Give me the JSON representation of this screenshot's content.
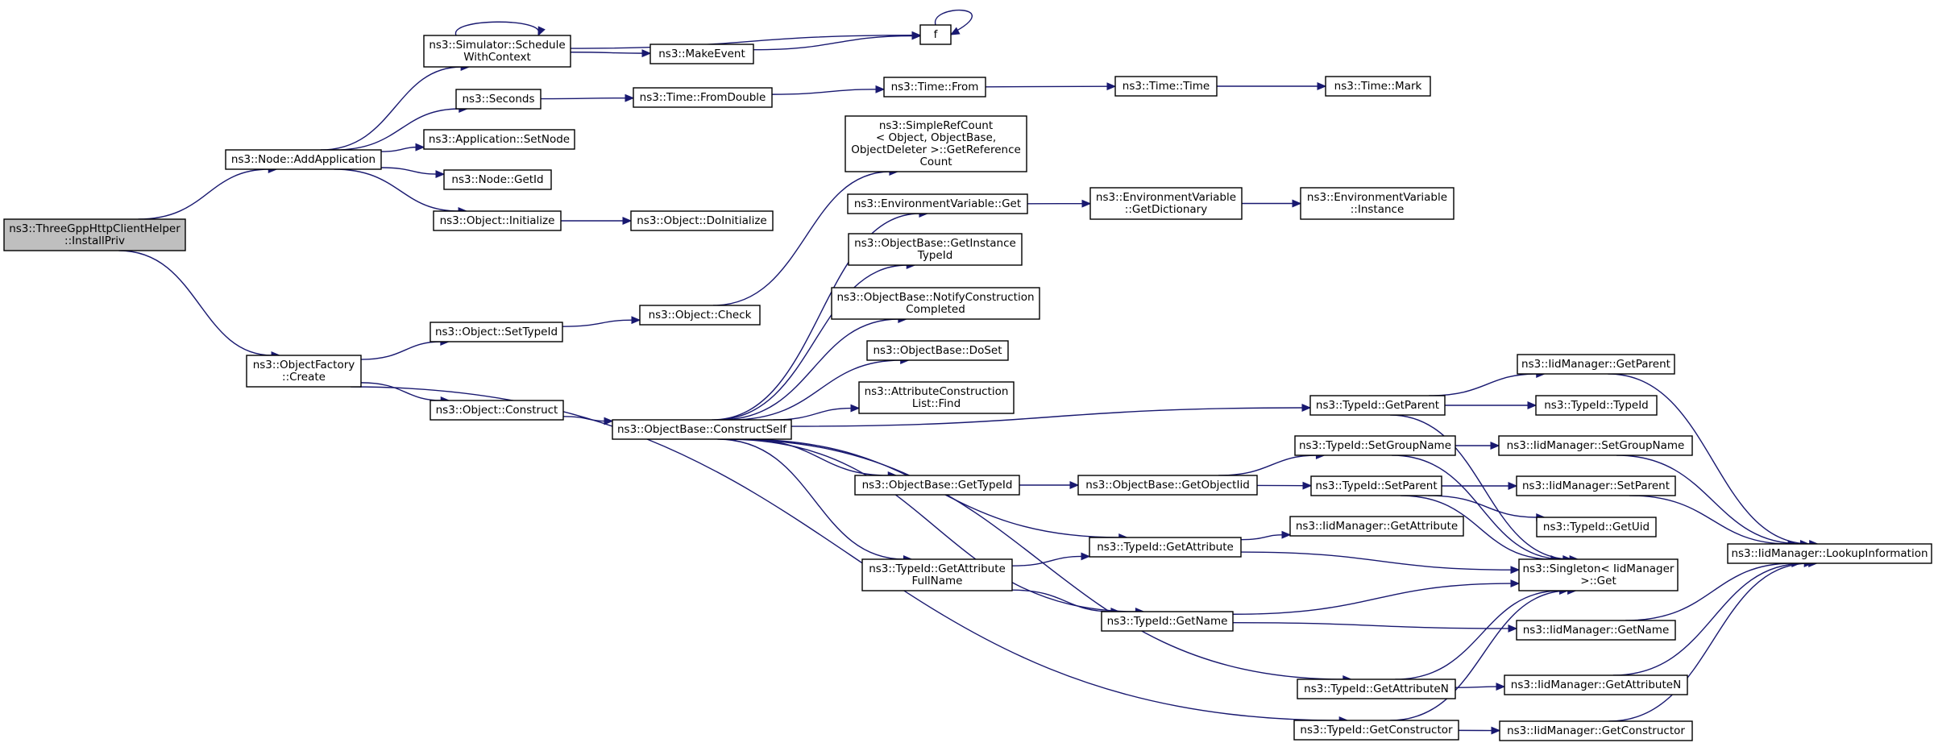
{
  "graph": {
    "nodes": [
      {
        "id": "root",
        "lines": [
          "ns3::ThreeGppHttpClientHelper",
          "::InstallPriv"
        ],
        "root": true
      },
      {
        "id": "addApp",
        "lines": [
          "ns3::Node::AddApplication"
        ]
      },
      {
        "id": "ofCreate",
        "lines": [
          "ns3::ObjectFactory",
          "::Create"
        ]
      },
      {
        "id": "simSchedule",
        "lines": [
          "ns3::Simulator::Schedule",
          "WithContext"
        ]
      },
      {
        "id": "seconds",
        "lines": [
          "ns3::Seconds"
        ]
      },
      {
        "id": "appSetNode",
        "lines": [
          "ns3::Application::SetNode"
        ]
      },
      {
        "id": "nodeGetId",
        "lines": [
          "ns3::Node::GetId"
        ]
      },
      {
        "id": "objInit",
        "lines": [
          "ns3::Object::Initialize"
        ]
      },
      {
        "id": "makeEvent",
        "lines": [
          "ns3::MakeEvent"
        ]
      },
      {
        "id": "f",
        "lines": [
          "f"
        ]
      },
      {
        "id": "timeFromDouble",
        "lines": [
          "ns3::Time::FromDouble"
        ]
      },
      {
        "id": "timeFrom",
        "lines": [
          "ns3::Time::From"
        ]
      },
      {
        "id": "timeTime",
        "lines": [
          "ns3::Time::Time"
        ]
      },
      {
        "id": "timeMark",
        "lines": [
          "ns3::Time::Mark"
        ]
      },
      {
        "id": "objDoInit",
        "lines": [
          "ns3::Object::DoInitialize"
        ]
      },
      {
        "id": "objSetTypeId",
        "lines": [
          "ns3::Object::SetTypeId"
        ]
      },
      {
        "id": "objConstruct",
        "lines": [
          "ns3::Object::Construct"
        ]
      },
      {
        "id": "objCheck",
        "lines": [
          "ns3::Object::Check"
        ]
      },
      {
        "id": "srcGetRef",
        "lines": [
          "ns3::SimpleRefCount",
          "< Object, ObjectBase,",
          " ObjectDeleter >::GetReference",
          "Count"
        ]
      },
      {
        "id": "obConstructSelf",
        "lines": [
          "ns3::ObjectBase::ConstructSelf"
        ]
      },
      {
        "id": "envGet",
        "lines": [
          "ns3::EnvironmentVariable::Get"
        ]
      },
      {
        "id": "envGetDict",
        "lines": [
          "ns3::EnvironmentVariable",
          "::GetDictionary"
        ]
      },
      {
        "id": "envInstance",
        "lines": [
          "ns3::EnvironmentVariable",
          "::Instance"
        ]
      },
      {
        "id": "obGetInstTid",
        "lines": [
          "ns3::ObjectBase::GetInstance",
          "TypeId"
        ]
      },
      {
        "id": "obNotify",
        "lines": [
          "ns3::ObjectBase::NotifyConstruction",
          "Completed"
        ]
      },
      {
        "id": "obDoSet",
        "lines": [
          "ns3::ObjectBase::DoSet"
        ]
      },
      {
        "id": "aclFind",
        "lines": [
          "ns3::AttributeConstruction",
          "List::Find"
        ]
      },
      {
        "id": "obGetTypeId",
        "lines": [
          "ns3::ObjectBase::GetTypeId"
        ]
      },
      {
        "id": "tidGetAttrFull",
        "lines": [
          "ns3::TypeId::GetAttribute",
          "FullName"
        ]
      },
      {
        "id": "tidGetParent",
        "lines": [
          "ns3::TypeId::GetParent"
        ]
      },
      {
        "id": "obGetObjectIid",
        "lines": [
          "ns3::ObjectBase::GetObjectIid"
        ]
      },
      {
        "id": "tidGetAttr",
        "lines": [
          "ns3::TypeId::GetAttribute"
        ]
      },
      {
        "id": "tidGetName",
        "lines": [
          "ns3::TypeId::GetName"
        ]
      },
      {
        "id": "tidGetAttrN",
        "lines": [
          "ns3::TypeId::GetAttributeN"
        ]
      },
      {
        "id": "tidGetCtor",
        "lines": [
          "ns3::TypeId::GetConstructor"
        ]
      },
      {
        "id": "tidSetGroup",
        "lines": [
          "ns3::TypeId::SetGroupName"
        ]
      },
      {
        "id": "tidSetParent",
        "lines": [
          "ns3::TypeId::SetParent"
        ]
      },
      {
        "id": "iidGetAttr",
        "lines": [
          "ns3::IidManager::GetAttribute"
        ]
      },
      {
        "id": "singletonGet",
        "lines": [
          "ns3::Singleton< IidManager",
          " >::Get"
        ]
      },
      {
        "id": "iidGetParent",
        "lines": [
          "ns3::IidManager::GetParent"
        ]
      },
      {
        "id": "tidTypeId",
        "lines": [
          "ns3::TypeId::TypeId"
        ]
      },
      {
        "id": "iidSetGroup",
        "lines": [
          "ns3::IidManager::SetGroupName"
        ]
      },
      {
        "id": "iidSetParent",
        "lines": [
          "ns3::IidManager::SetParent"
        ]
      },
      {
        "id": "tidGetUid",
        "lines": [
          "ns3::TypeId::GetUid"
        ]
      },
      {
        "id": "iidGetName",
        "lines": [
          "ns3::IidManager::GetName"
        ]
      },
      {
        "id": "iidGetAttrN",
        "lines": [
          "ns3::IidManager::GetAttributeN"
        ]
      },
      {
        "id": "iidGetCtor",
        "lines": [
          "ns3::IidManager::GetConstructor"
        ]
      },
      {
        "id": "iidLookup",
        "lines": [
          "ns3::IidManager::LookupInformation"
        ]
      }
    ],
    "edges": [
      [
        "root",
        "addApp"
      ],
      [
        "root",
        "ofCreate"
      ],
      [
        "addApp",
        "simSchedule"
      ],
      [
        "addApp",
        "seconds"
      ],
      [
        "addApp",
        "appSetNode"
      ],
      [
        "addApp",
        "nodeGetId"
      ],
      [
        "addApp",
        "objInit"
      ],
      [
        "simSchedule",
        "simSchedule"
      ],
      [
        "simSchedule",
        "f"
      ],
      [
        "simSchedule",
        "makeEvent"
      ],
      [
        "makeEvent",
        "f"
      ],
      [
        "f",
        "f"
      ],
      [
        "seconds",
        "timeFromDouble"
      ],
      [
        "timeFromDouble",
        "timeFrom"
      ],
      [
        "timeFrom",
        "timeTime"
      ],
      [
        "timeTime",
        "timeMark"
      ],
      [
        "objInit",
        "objDoInit"
      ],
      [
        "ofCreate",
        "objSetTypeId"
      ],
      [
        "ofCreate",
        "objConstruct"
      ],
      [
        "ofCreate",
        "tidGetCtor"
      ],
      [
        "objSetTypeId",
        "objCheck"
      ],
      [
        "objCheck",
        "srcGetRef"
      ],
      [
        "objConstruct",
        "obConstructSelf"
      ],
      [
        "obConstructSelf",
        "envGet"
      ],
      [
        "obConstructSelf",
        "obGetInstTid"
      ],
      [
        "obConstructSelf",
        "obNotify"
      ],
      [
        "obConstructSelf",
        "obDoSet"
      ],
      [
        "obConstructSelf",
        "aclFind"
      ],
      [
        "obConstructSelf",
        "tidGetParent"
      ],
      [
        "obConstructSelf",
        "obGetTypeId"
      ],
      [
        "obConstructSelf",
        "tidGetAttr"
      ],
      [
        "obConstructSelf",
        "tidGetAttrFull"
      ],
      [
        "obConstructSelf",
        "tidGetName"
      ],
      [
        "obConstructSelf",
        "tidGetAttrN"
      ],
      [
        "envGet",
        "envGetDict"
      ],
      [
        "envGetDict",
        "envInstance"
      ],
      [
        "obGetTypeId",
        "obGetObjectIid"
      ],
      [
        "obGetObjectIid",
        "tidSetGroup"
      ],
      [
        "obGetObjectIid",
        "tidSetParent"
      ],
      [
        "tidGetAttrFull",
        "tidGetAttr"
      ],
      [
        "tidGetAttrFull",
        "tidGetName"
      ],
      [
        "tidGetParent",
        "iidGetParent"
      ],
      [
        "tidGetParent",
        "tidTypeId"
      ],
      [
        "tidGetParent",
        "singletonGet"
      ],
      [
        "tidSetGroup",
        "iidSetGroup"
      ],
      [
        "tidSetGroup",
        "singletonGet"
      ],
      [
        "tidSetParent",
        "iidSetParent"
      ],
      [
        "tidSetParent",
        "tidGetUid"
      ],
      [
        "tidSetParent",
        "singletonGet"
      ],
      [
        "tidGetAttr",
        "iidGetAttr"
      ],
      [
        "tidGetAttr",
        "singletonGet"
      ],
      [
        "tidGetName",
        "singletonGet"
      ],
      [
        "tidGetName",
        "iidGetName"
      ],
      [
        "tidGetAttrN",
        "singletonGet"
      ],
      [
        "tidGetAttrN",
        "iidGetAttrN"
      ],
      [
        "tidGetCtor",
        "singletonGet"
      ],
      [
        "tidGetCtor",
        "iidGetCtor"
      ],
      [
        "iidGetParent",
        "iidLookup"
      ],
      [
        "iidSetGroup",
        "iidLookup"
      ],
      [
        "iidSetParent",
        "iidLookup"
      ],
      [
        "iidGetName",
        "iidLookup"
      ],
      [
        "iidGetAttrN",
        "iidLookup"
      ],
      [
        "iidGetCtor",
        "iidLookup"
      ]
    ]
  }
}
